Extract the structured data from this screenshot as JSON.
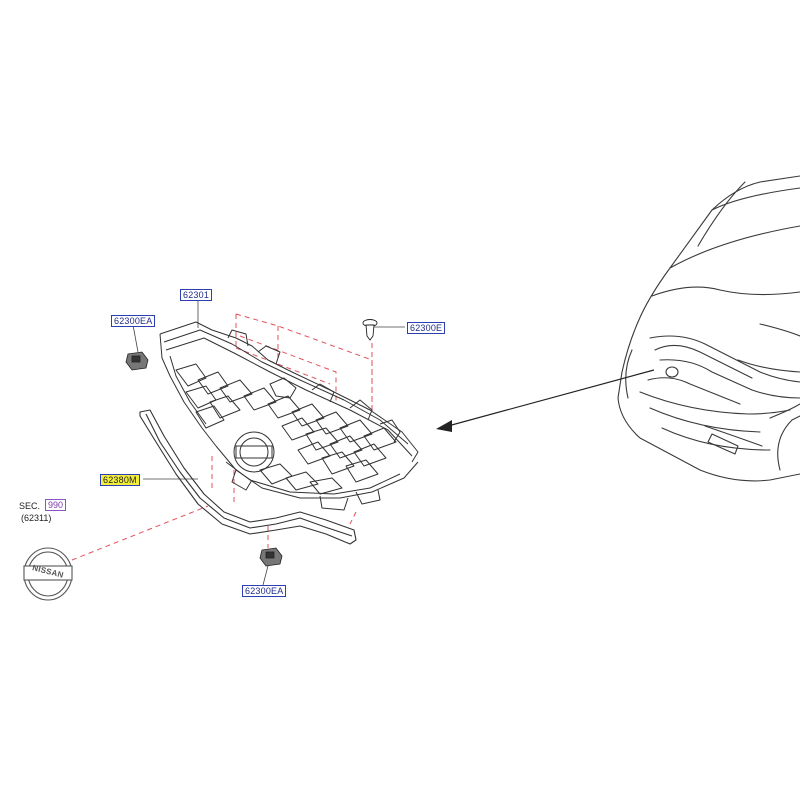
{
  "labels": {
    "part_62301": "62301",
    "part_62300EA_top": "62300EA",
    "part_62300E": "62300E",
    "part_62380M": "62380M",
    "part_62300EA_bottom": "62300EA",
    "sec_prefix": "SEC.",
    "sec_number": "990",
    "sec_part": "(62311)"
  },
  "emblem": {
    "text": "NISSAN"
  },
  "colors": {
    "line": "#3a3a3a",
    "dash": "#e0525a",
    "callout_border": "#2b3fb3",
    "highlight": "#f3ee3c",
    "sec_ref": "#8b55c8"
  }
}
